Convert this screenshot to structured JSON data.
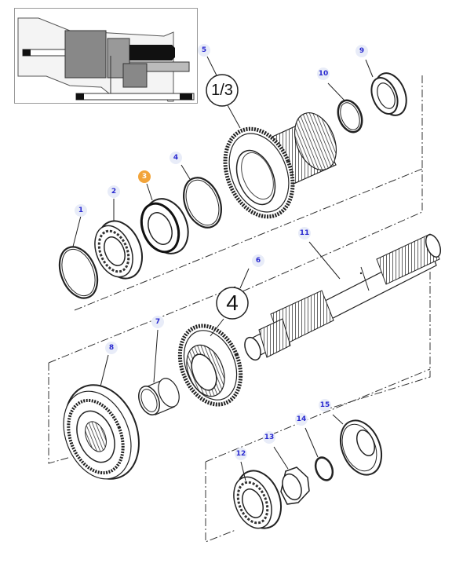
{
  "diagram": {
    "title": "Transmission shaft exploded view",
    "highlight_color": "#f2a43a",
    "callout_color": "#2a2ad0",
    "callout_bg": "#e8ecf8",
    "selected_part": "3",
    "gear_labels": {
      "gear_1_3": "1/3",
      "gear_4": "4"
    },
    "parts": [
      {
        "id": "1",
        "label": "1"
      },
      {
        "id": "2",
        "label": "2"
      },
      {
        "id": "3",
        "label": "3"
      },
      {
        "id": "4",
        "label": "4"
      },
      {
        "id": "5",
        "label": "5"
      },
      {
        "id": "6",
        "label": "6"
      },
      {
        "id": "7",
        "label": "7"
      },
      {
        "id": "8",
        "label": "8"
      },
      {
        "id": "9",
        "label": "9"
      },
      {
        "id": "10",
        "label": "10"
      },
      {
        "id": "11",
        "label": "11"
      },
      {
        "id": "12",
        "label": "12"
      },
      {
        "id": "13",
        "label": "13"
      },
      {
        "id": "14",
        "label": "14"
      },
      {
        "id": "15",
        "label": "15"
      }
    ]
  }
}
